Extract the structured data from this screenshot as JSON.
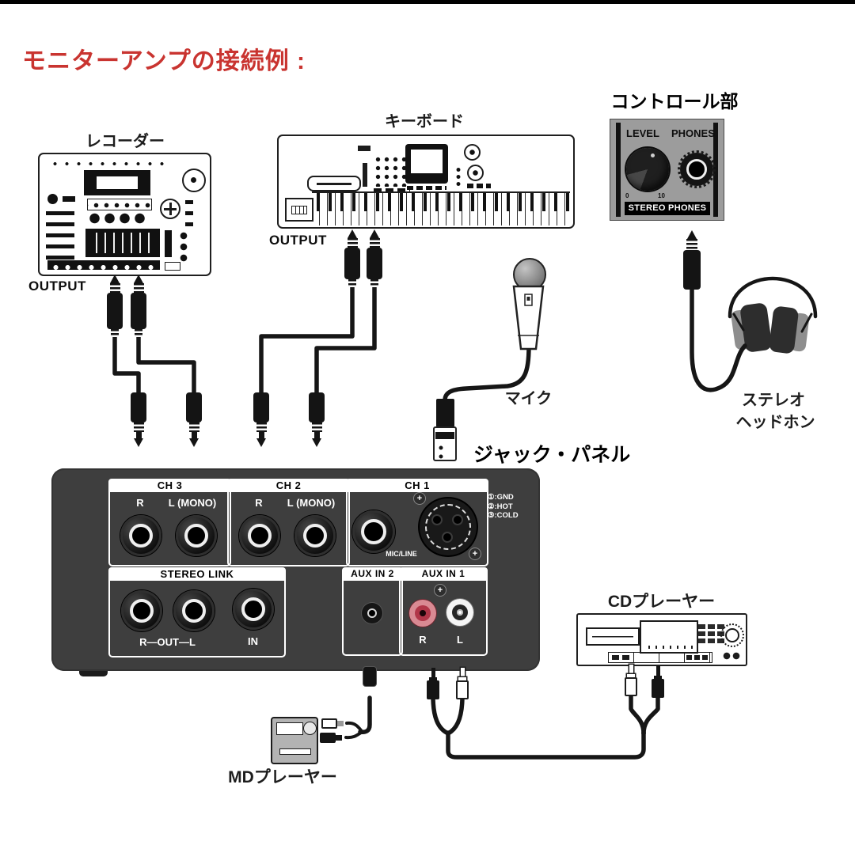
{
  "title": {
    "text": "モニターアンプの接続例 :",
    "color": "#c93430"
  },
  "devices": {
    "recorder": {
      "label": "レコーダー",
      "output_label": "OUTPUT"
    },
    "keyboard": {
      "label": "キーボード",
      "output_label": "OUTPUT"
    },
    "control_section": {
      "label": "コントロール部",
      "level": "LEVEL",
      "phones": "PHONES",
      "knob_min": "0",
      "knob_max": "10",
      "strip": "STEREO PHONES"
    },
    "microphone": {
      "label": "マイク"
    },
    "headphones": {
      "label_line1": "ステレオ",
      "label_line2": "ヘッドホン"
    },
    "cd_player": {
      "label": "CDプレーヤー"
    },
    "md_player": {
      "label": "MDプレーヤー"
    }
  },
  "jack_panel": {
    "label": "ジャック・パネル",
    "ch3": {
      "title": "CH 3",
      "r": "R",
      "l": "L (MONO)"
    },
    "ch2": {
      "title": "CH 2",
      "r": "R",
      "l": "L (MONO)"
    },
    "ch1": {
      "title": "CH 1",
      "jack": "MIC/LINE",
      "pin1": "①:GND",
      "pin2": "②:HOT",
      "pin3": "③:COLD"
    },
    "stereo_link": {
      "title": "STEREO LINK",
      "out": "R—OUT—L",
      "in": "IN"
    },
    "aux_in_2": {
      "title": "AUX IN 2"
    },
    "aux_in_1": {
      "title": "AUX IN 1",
      "r": "R",
      "l": "L"
    }
  },
  "colors": {
    "panel": "#3e3e3e",
    "control_gray": "#9c9c9c",
    "title_red": "#c93430",
    "rca_red": "#b13648",
    "md_gray": "#b3b3b3"
  }
}
